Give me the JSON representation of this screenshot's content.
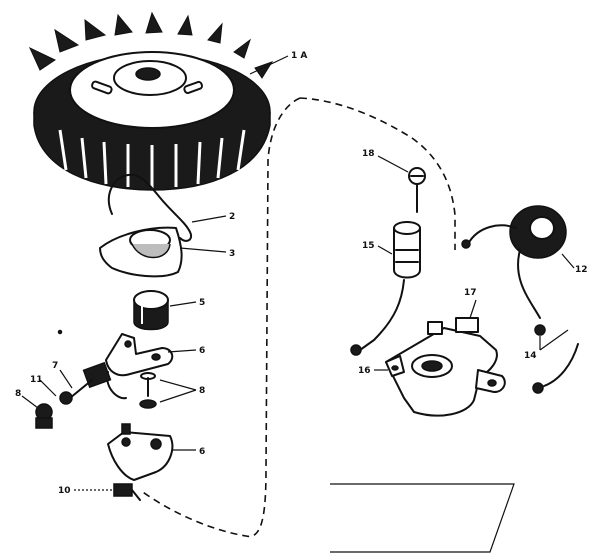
{
  "callouts": {
    "c1a": "1 A",
    "c2": "2",
    "c3": "3",
    "c5": "5",
    "c6a": "6",
    "c6b": "6",
    "c7": "7",
    "c8a": "8",
    "c8b": "8",
    "c10": "10",
    "c11": "11",
    "c12": "12",
    "c14": "14",
    "c15": "15",
    "c16": "16",
    "c17": "17",
    "c18": "18"
  }
}
